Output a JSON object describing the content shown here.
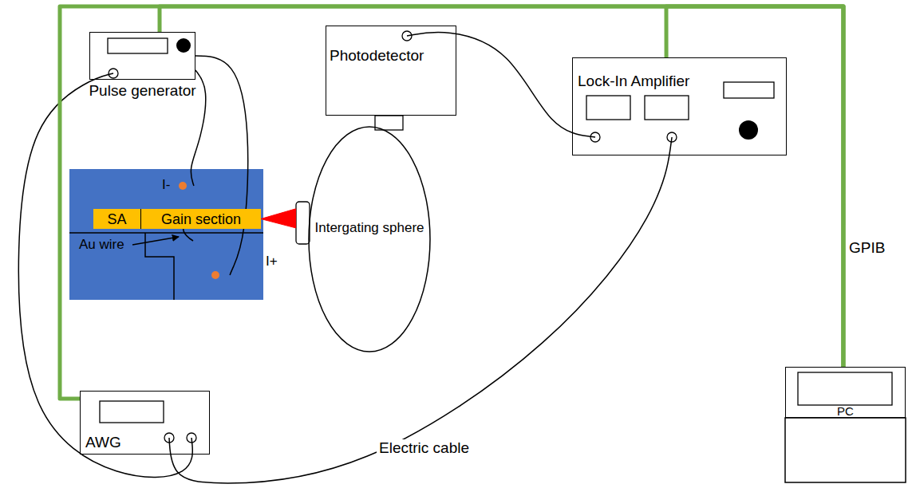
{
  "diagram": {
    "nodes": [
      {
        "text": [
          "Pulse generator"
        ]
      },
      {
        "text": [
          "Photodetector"
        ]
      },
      {
        "text": [
          "Lock-In Amplifier"
        ]
      },
      {
        "text": [
          "I-",
          "Au wire",
          "I+"
        ]
      },
      {
        "text": [
          "SA"
        ],
        "in": 3
      },
      {
        "text": [
          "Gain section"
        ],
        "in": 3
      },
      {
        "text": [
          "Intergating sphere"
        ]
      },
      {
        "text": [
          "AWG"
        ]
      },
      {
        "text": [
          "PC"
        ]
      }
    ],
    "edges": [
      {
        "from": 0,
        "to": 3,
        "arrow": "none"
      },
      {
        "from": 0,
        "to": 3,
        "arrow": "none"
      },
      {
        "from": 7,
        "to": 0,
        "arrow": "none"
      },
      {
        "from": 1,
        "to": 2,
        "arrow": "none"
      },
      {
        "from": 7,
        "to": 2,
        "label": "Electric cable",
        "arrow": "none"
      },
      {
        "from": 5,
        "to": 6,
        "arrow": "none"
      },
      {
        "from": 8,
        "to": 0,
        "arrow": "none"
      },
      {
        "from": 8,
        "to": 2,
        "arrow": "none"
      },
      {
        "from": 8,
        "to": 7,
        "arrow": "none"
      }
    ],
    "labels": [
      "GPIB"
    ]
  }
}
